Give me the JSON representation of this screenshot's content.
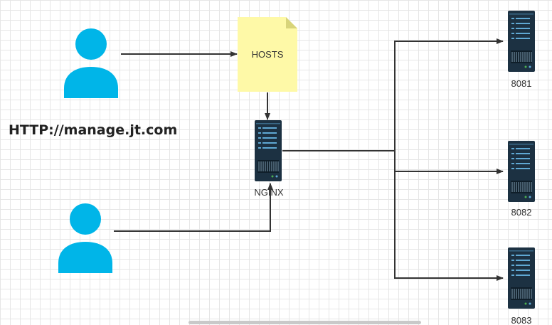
{
  "diagram": {
    "url_text": "HTTP://manage.jt.com",
    "hosts_label": "HOSTS",
    "nginx_label": "NGINX",
    "servers": [
      {
        "label": "8081"
      },
      {
        "label": "8082"
      },
      {
        "label": "8083"
      }
    ],
    "colors": {
      "user": "#00b5e8",
      "note": "#fef9a7",
      "note_fold": "#d8d47a",
      "server": "#1c3142",
      "edge": "#333333"
    }
  }
}
